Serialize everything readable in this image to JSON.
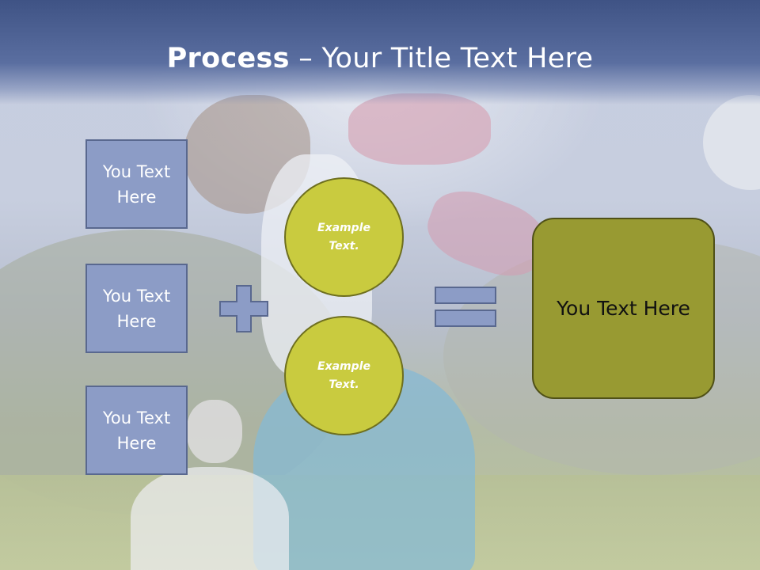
{
  "slide": {
    "title_strong": "Process",
    "title_rest": " – Your Title Text Here"
  },
  "left_boxes": [
    {
      "text": "You Text Here"
    },
    {
      "text": "You Text Here"
    },
    {
      "text": "You Text Here"
    }
  ],
  "circles": [
    {
      "text": "Example Text."
    },
    {
      "text": "Example Text."
    }
  ],
  "result": {
    "text": "You Text Here"
  },
  "operators": {
    "plus_icon": "plus-icon",
    "equals_icon": "equals-icon"
  },
  "colors": {
    "title_band": "#3f5385",
    "box_fill": "#8c9cc6",
    "circle_fill": "#c9cb3f",
    "result_fill": "#989a32"
  }
}
